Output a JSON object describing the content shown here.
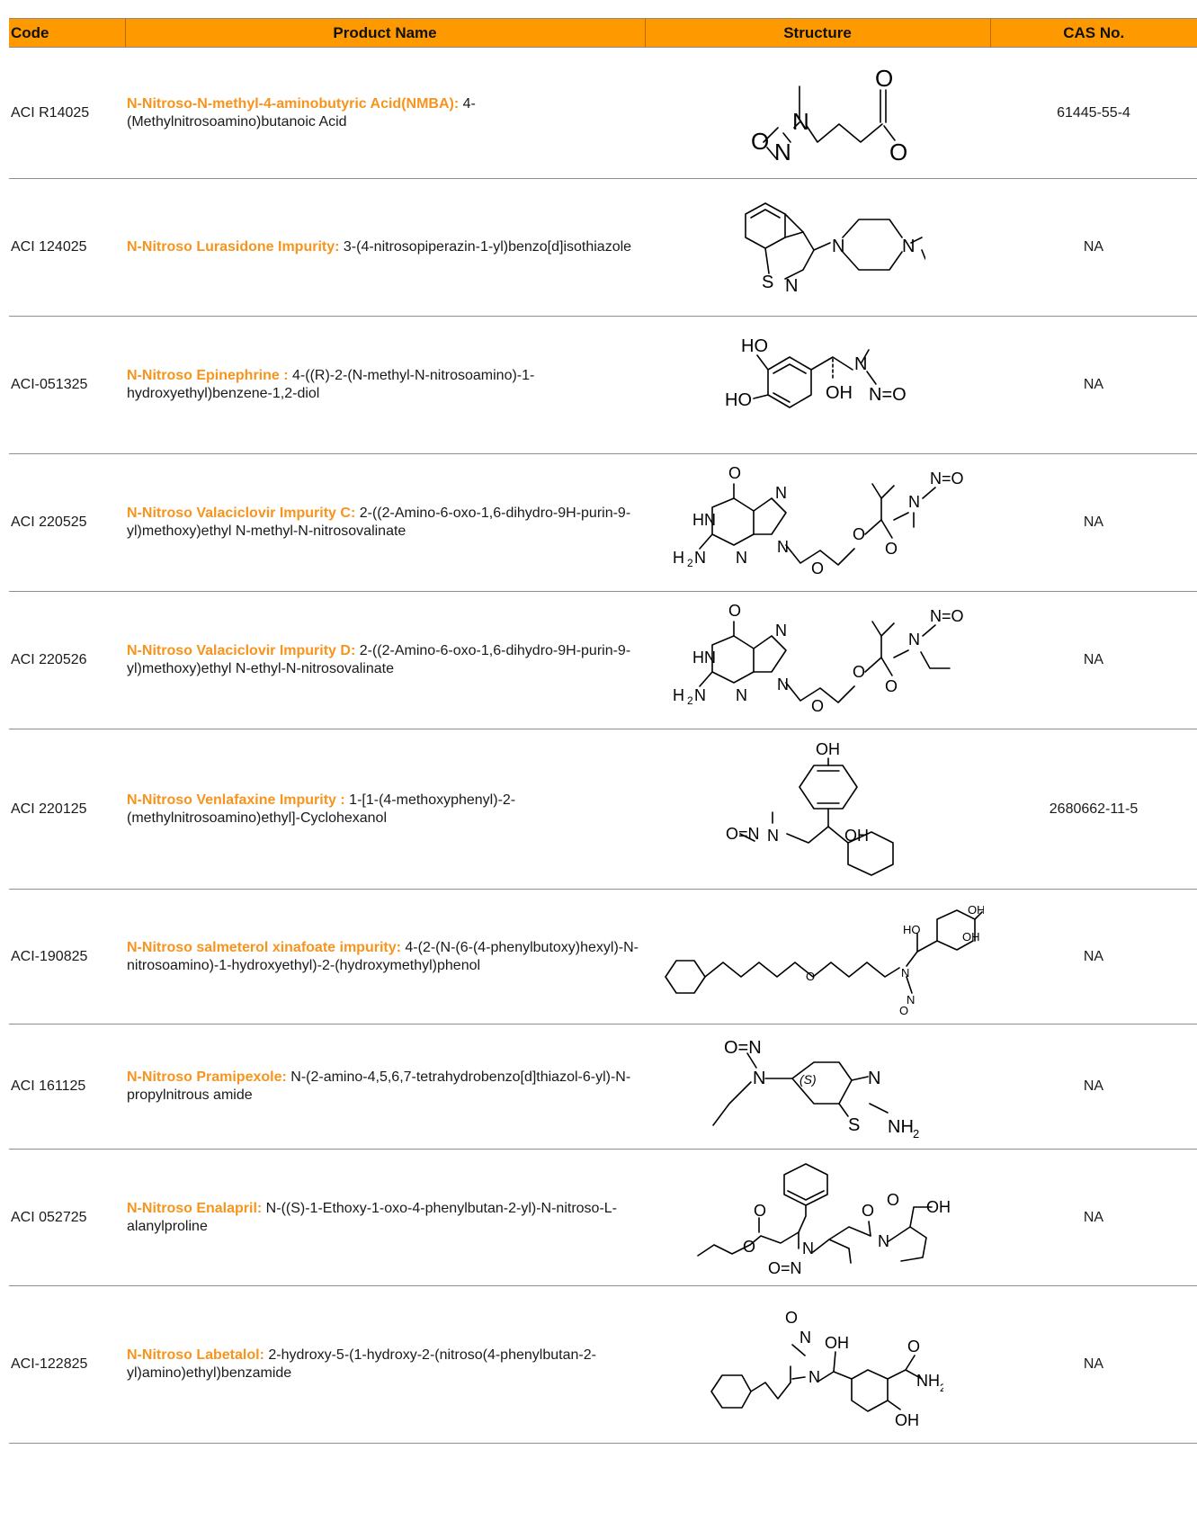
{
  "header": {
    "code": "Code",
    "product_name": "Product Name",
    "structure": "Structure",
    "cas_no": "CAS No."
  },
  "rows": [
    {
      "code": "ACI R14025",
      "name": "N-Nitroso-N-methyl-4-aminobutyric Acid(NMBA):",
      "chemical": " 4-(Methylnitrosoamino)butanoic Acid",
      "cas": "61445-55-4",
      "structure_icon": "nmba-structure-icon"
    },
    {
      "code": "ACI 124025",
      "name": "N-Nitroso Lurasidone Impurity:",
      "chemical": " 3-(4-nitrosopiperazin-1-yl)benzo[d]isothiazole",
      "cas": "NA",
      "structure_icon": "lurasidone-impurity-structure-icon"
    },
    {
      "code": "ACI-051325",
      "name": "N-Nitroso Epinephrine :",
      "chemical": " 4-((R)-2-(N-methyl-N-nitrosoamino)-1-hydroxyethyl)benzene-1,2-diol",
      "cas": "NA",
      "structure_icon": "epinephrine-structure-icon"
    },
    {
      "code": "ACI 220525",
      "name": "N-Nitroso Valaciclovir Impurity C:",
      "chemical": " 2-((2-Amino-6-oxo-1,6-dihydro-9H-purin-9-yl)methoxy)ethyl N-methyl-N-nitrosovalinate",
      "cas": "NA",
      "structure_icon": "valaciclovir-c-structure-icon"
    },
    {
      "code": "ACI 220526",
      "name": "N-Nitroso Valaciclovir Impurity D:",
      "chemical": " 2-((2-Amino-6-oxo-1,6-dihydro-9H-purin-9-yl)methoxy)ethyl N-ethyl-N-nitrosovalinate",
      "cas": "NA",
      "structure_icon": "valaciclovir-d-structure-icon"
    },
    {
      "code": "ACI 220125",
      "name": "N-Nitroso Venlafaxine Impurity :",
      "chemical": " 1-[1-(4-methoxyphenyl)-2-(methylnitrosoamino)ethyl]-Cyclohexanol",
      "cas": "2680662-11-5",
      "structure_icon": "venlafaxine-structure-icon"
    },
    {
      "code": "ACI-190825",
      "name": "N-Nitroso salmeterol xinafoate impurity:",
      "chemical": " 4-(2-(N-(6-(4-phenylbutoxy)hexyl)-N-nitrosoamino)-1-hydroxyethyl)-2-(hydroxymethyl)phenol",
      "cas": "NA",
      "structure_icon": "salmeterol-structure-icon"
    },
    {
      "code": "ACI 161125",
      "name": "N-Nitroso Pramipexole:",
      "chemical": " N-(2-amino-4,5,6,7-tetrahydrobenzo[d]thiazol-6-yl)-N-propylnitrous amide",
      "cas": "NA",
      "structure_icon": "pramipexole-structure-icon"
    },
    {
      "code": "ACI 052725",
      "name": "N-Nitroso Enalapril:",
      "chemical": " N-((S)-1-Ethoxy-1-oxo-4-phenylbutan-2-yl)-N-nitroso-L-alanylproline",
      "cas": "NA",
      "structure_icon": "enalapril-structure-icon"
    },
    {
      "code": "ACI-122825",
      "name": "N-Nitroso Labetalol:",
      "chemical": " 2-hydroxy-5-(1-hydroxy-2-(nitroso(4-phenylbutan-2-yl)amino)ethyl)benzamide",
      "cas": "NA",
      "structure_icon": "labetalol-structure-icon"
    }
  ],
  "atoms": {
    "o": "O",
    "oh": "OH",
    "ho": "HO",
    "n": "N",
    "s": "S",
    "hn": "HN",
    "nh2": "NH",
    "h2n": "H",
    "sub2": "2",
    "h2n_n": "N",
    "no": "N=O",
    "on": "O=N",
    "stereo_s": "(S)"
  }
}
